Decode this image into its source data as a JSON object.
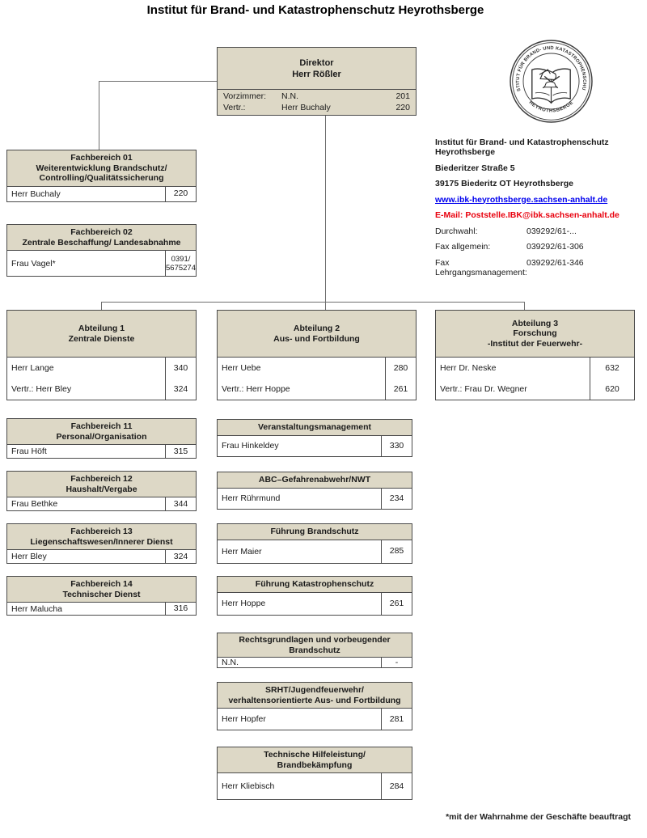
{
  "page": {
    "title": "Institut für Brand- und Katastrophenschutz Heyrothsberge",
    "footnote": "*mit der Wahrnahme der Geschäfte beauftragt"
  },
  "colors": {
    "header_fill": "#ddd8c6",
    "border": "#4a4a4a",
    "connector": "#6f6f6f",
    "link_blue": "#0000ee",
    "email_red": "#e8000d"
  },
  "logo": {
    "icon": "institute-seal-icon",
    "ring_text_top": "INSTITUT FÜR BRAND- UND KATASTROPHENSCHUTZ",
    "ring_text_bottom": "HEYROTHSBERGE"
  },
  "director": {
    "title": "Direktor\nHerr Rößler",
    "rows": [
      {
        "label": "Vorzimmer:",
        "name": "N.N.",
        "ext": "201"
      },
      {
        "label": "Vertr.:",
        "name": "Herr Buchaly",
        "ext": "220"
      }
    ]
  },
  "contact": {
    "org": "Institut für Brand- und Katastrophenschutz Heyrothsberge",
    "street": "Biederitzer Straße 5",
    "city": "39175 Biederitz OT Heyrothsberge",
    "website": "www.ibk-heyrothsberge.sachsen-anhalt.de",
    "email": "E-Mail: Poststelle.IBK@ibk.sachsen-anhalt.de",
    "phone_rows": [
      {
        "label": "Durchwahl:",
        "value": "039292/61-..."
      },
      {
        "label": "Fax allgemein:",
        "value": "039292/61-306"
      },
      {
        "label": "Fax Lehrgangsmanagement:",
        "value": "039292/61-346"
      }
    ]
  },
  "boxes": {
    "fb01": {
      "title": "Fachbereich 01\nWeiterentwicklung Brandschutz/\nControlling/Qualitätssicherung",
      "rows": [
        {
          "name": "Herr Buchaly",
          "ext": "220"
        }
      ]
    },
    "fb02": {
      "title": "Fachbereich 02\nZentrale Beschaffung/ Landesabnahme",
      "rows": [
        {
          "name": "Frau Vagel*",
          "ext": "0391/\n5675274"
        }
      ]
    },
    "abt1": {
      "title": "Abteilung 1\nZentrale Dienste",
      "rows": [
        {
          "name": "Herr Lange",
          "ext": "340"
        },
        {
          "name": "Vertr.: Herr Bley",
          "ext": "324"
        }
      ]
    },
    "abt2": {
      "title": "Abteilung 2\nAus- und Fortbildung",
      "rows": [
        {
          "name": "Herr Uebe",
          "ext": "280"
        },
        {
          "name": "Vertr.: Herr Hoppe",
          "ext": "261"
        }
      ]
    },
    "abt3": {
      "title": "Abteilung 3\nForschung\n-Institut der Feuerwehr-",
      "rows": [
        {
          "name": "Herr Dr. Neske",
          "ext": "632"
        },
        {
          "name": "Vertr.: Frau Dr. Wegner",
          "ext": "620"
        }
      ]
    },
    "fb11": {
      "title": "Fachbereich 11\nPersonal/Organisation",
      "rows": [
        {
          "name": "Frau Höft",
          "ext": "315"
        }
      ]
    },
    "fb12": {
      "title": "Fachbereich 12\nHaushalt/Vergabe",
      "rows": [
        {
          "name": "Frau Bethke",
          "ext": "344"
        }
      ]
    },
    "fb13": {
      "title": "Fachbereich 13\nLiegenschaftswesen/Innerer Dienst",
      "rows": [
        {
          "name": "Herr Bley",
          "ext": "324"
        }
      ]
    },
    "fb14": {
      "title": "Fachbereich 14\nTechnischer Dienst",
      "rows": [
        {
          "name": "Herr Malucha",
          "ext": "316"
        }
      ]
    },
    "vm": {
      "title": "Veranstaltungsmanagement",
      "rows": [
        {
          "name": "Frau Hinkeldey",
          "ext": "330"
        }
      ]
    },
    "abc": {
      "title": "ABC–Gefahrenabwehr/NWT",
      "rows": [
        {
          "name": "Herr Rührmund",
          "ext": "234"
        }
      ]
    },
    "fbs": {
      "title": "Führung Brandschutz",
      "rows": [
        {
          "name": "Herr Maier",
          "ext": "285"
        }
      ]
    },
    "fks": {
      "title": "Führung Katastrophenschutz",
      "rows": [
        {
          "name": "Herr Hoppe",
          "ext": "261"
        }
      ]
    },
    "rvb": {
      "title": "Rechtsgrundlagen und vorbeugender Brandschutz",
      "rows": [
        {
          "name": "N.N.",
          "ext": "-"
        }
      ]
    },
    "srht": {
      "title": "SRHT/Jugendfeuerwehr/\nverhaltensorientierte Aus- und Fortbildung",
      "rows": [
        {
          "name": "Herr Hopfer",
          "ext": "281"
        }
      ]
    },
    "thb": {
      "title": "Technische Hilfeleistung/\nBrandbekämpfung",
      "rows": [
        {
          "name": "Herr Kliebisch",
          "ext": "284"
        }
      ]
    }
  }
}
